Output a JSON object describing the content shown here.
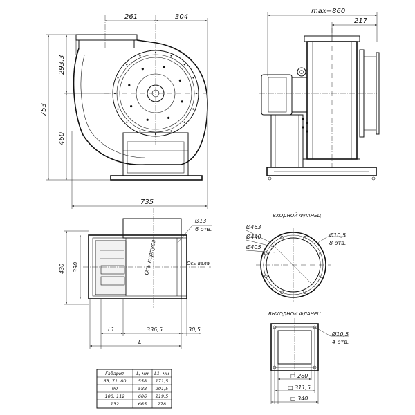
{
  "front_view": {
    "dim_top_left": "261",
    "dim_top_right": "304",
    "dim_left_total": "753",
    "dim_left_upper": "293,3",
    "dim_left_lower": "460",
    "dim_bottom": "735"
  },
  "side_view": {
    "dim_max": "max=860",
    "dim_217": "217"
  },
  "plan_view": {
    "dim_430": "430",
    "dim_390": "390",
    "holes_dia": "Ø13",
    "holes_count": "6 отв.",
    "axis_housing": "Ось корпуса",
    "axis_shaft": "Ось вала",
    "dim_L1": "L1",
    "dim_336": "336,5",
    "dim_30": "30,5",
    "dim_L": "L"
  },
  "inlet_flange": {
    "title": "ВХОДНОЙ ФЛАНЕЦ",
    "dia_463": "Ø463",
    "dia_440": "Ø440",
    "dia_405": "Ø405",
    "holes_dia": "Ø10,5",
    "holes_count": "8 отв."
  },
  "outlet_flange": {
    "title": "ВЫХОДНОЙ ФЛАНЕЦ",
    "holes_dia": "Ø10,5",
    "holes_count": "4 отв.",
    "sq_280": "□ 280",
    "sq_311": "□ 311,5",
    "sq_340": "□ 340"
  },
  "table": {
    "headers": [
      "Габарит",
      "L, мм",
      "L1, мм"
    ],
    "rows": [
      [
        "63, 71, 80",
        "558",
        "171,5"
      ],
      [
        "90",
        "588",
        "201,5"
      ],
      [
        "100, 112",
        "606",
        "219,5"
      ],
      [
        "132",
        "665",
        "278"
      ]
    ]
  }
}
